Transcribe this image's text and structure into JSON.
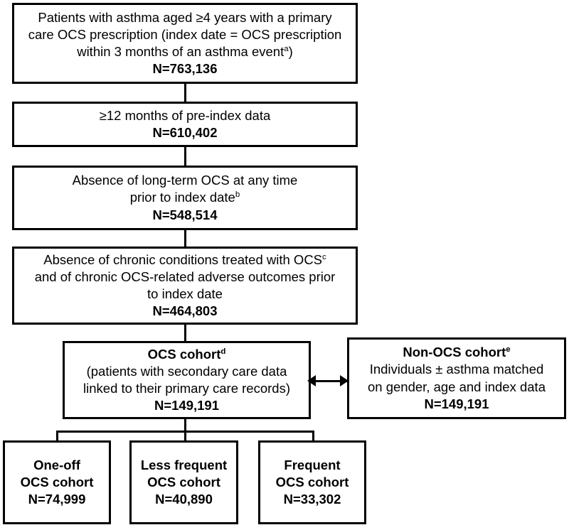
{
  "diagram": {
    "type": "patient-flow-consort-diagram",
    "nodes": [
      {
        "id": "screened",
        "lines": [
          "Patients with asthma aged ≥4 years with a primary",
          "care OCS prescription (index date = OCS prescription",
          "within 3 months of an asthma event"
        ],
        "superscript": "a",
        "line_suffix": ")",
        "count": "N=763,136"
      },
      {
        "id": "pre-index",
        "lines": [
          "≥12 months of pre-index data"
        ],
        "superscript": "",
        "line_suffix": "",
        "count": "N=610,402"
      },
      {
        "id": "no-long-term-ocs",
        "lines": [
          "Absence of long-term OCS at any time",
          "prior to index date"
        ],
        "superscript": "b",
        "line_suffix": "",
        "count": "N=548,514"
      },
      {
        "id": "no-chronic-conditions",
        "lines": [
          "Absence of chronic conditions treated with OCS",
          "and of chronic OCS-related adverse outcomes prior",
          "to index date"
        ],
        "superscript": "c",
        "superscript_line": 0,
        "count": "N=464,803"
      },
      {
        "id": "ocs-cohort",
        "header": "OCS cohort",
        "superscript": "d",
        "lines": [
          "(patients with secondary care data",
          "linked to their primary care records)"
        ],
        "count": "N=149,191"
      },
      {
        "id": "non-ocs-cohort",
        "header": "Non-OCS cohort",
        "superscript": "e",
        "lines": [
          "Individuals ± asthma matched",
          "on gender, age and index data"
        ],
        "count": "N=149,191"
      },
      {
        "id": "one-off",
        "lines": [
          "One-off",
          "OCS cohort"
        ],
        "count": "N=74,999"
      },
      {
        "id": "less-frequent",
        "lines": [
          "Less frequent",
          "OCS cohort"
        ],
        "count": "N=40,890"
      },
      {
        "id": "frequent",
        "lines": [
          "Frequent",
          "OCS cohort"
        ],
        "count": "N=33,302"
      }
    ],
    "colors": {
      "border": "#000000",
      "background": "#ffffff",
      "text": "#000000"
    }
  }
}
